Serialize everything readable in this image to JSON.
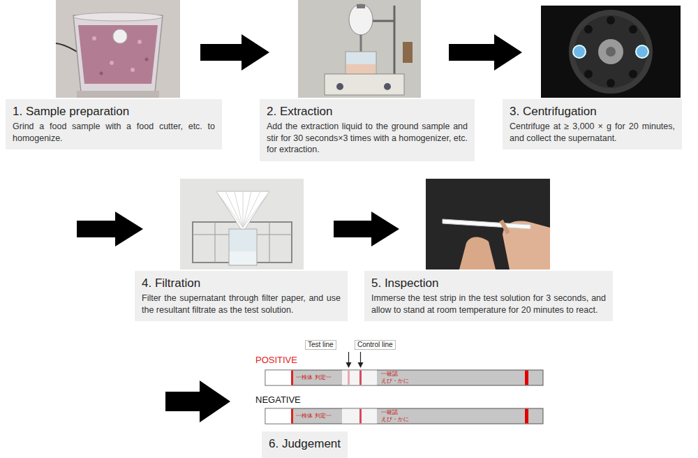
{
  "diagram": {
    "nodes": [
      {
        "text": [
          "1. Sample preparation",
          "Grind a food sample with a food cutter, etc. to homogenize."
        ]
      },
      {
        "text": [
          "2. Extraction",
          "Add the extraction liquid to the ground sample and stir for 30 seconds×3 times with a homogenizer, etc. for extraction."
        ]
      },
      {
        "text": [
          "3. Centrifugation",
          "Centrifuge at ≥ 3,000 × g for 20 minutes, and collect the supernatant."
        ]
      },
      {
        "text": [
          "4. Filtration",
          "Filter the supernatant through filter paper, and use the resultant filtrate as the test solution."
        ]
      },
      {
        "text": [
          "5. Inspection",
          "Immerse the test strip in the test solution for 3 seconds, and allow to stand at room temperature for 20 minutes to react."
        ]
      },
      {
        "text": [
          "6. Judgement"
        ]
      }
    ],
    "edges": [
      {
        "from": 0,
        "to": 1,
        "arrow": "to"
      },
      {
        "from": 1,
        "to": 2,
        "arrow": "to"
      },
      {
        "from": 2,
        "to": 3,
        "arrow": "to"
      },
      {
        "from": 3,
        "to": 4,
        "arrow": "to"
      },
      {
        "from": 4,
        "to": 5,
        "arrow": "to"
      }
    ],
    "labels": [
      "Test line",
      "Control line",
      "POSITIVE",
      "一検体 判定一",
      "一確認",
      "えび・かに",
      "NEGATIVE",
      "一検体 判定一",
      "一確認",
      "えび・かに"
    ]
  }
}
